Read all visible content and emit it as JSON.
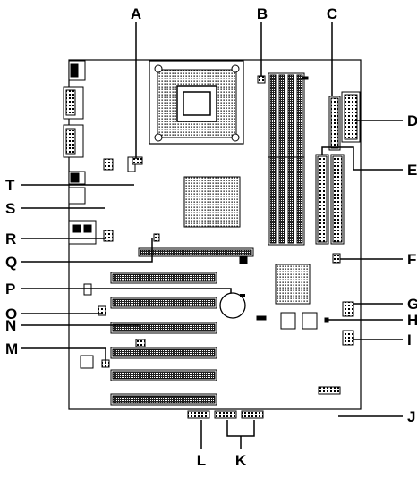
{
  "callouts": {
    "A": "A",
    "B": "B",
    "C": "C",
    "D": "D",
    "E": "E",
    "F": "F",
    "G": "G",
    "H": "H",
    "I": "I",
    "J": "J",
    "K": "K",
    "L": "L",
    "M": "M",
    "N": "N",
    "O": "O",
    "P": "P",
    "Q": "Q",
    "R": "R",
    "S": "S",
    "T": "T"
  },
  "colors": {
    "line": "#000000",
    "background": "#ffffff"
  }
}
